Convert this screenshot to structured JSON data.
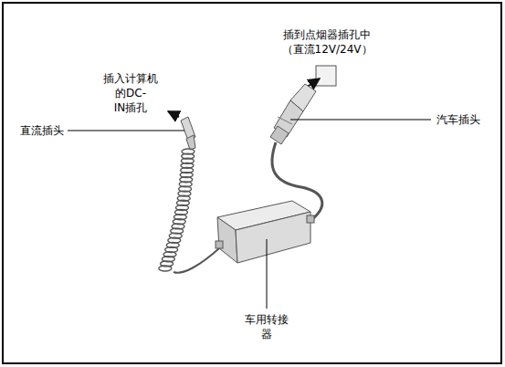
{
  "diagram": {
    "labels": [
      "插到点烟器插孔中 （直流12V/24V）",
      "插入计算机 的DC-IN插孔",
      "汽车插头",
      "直流插头",
      "车用转接器"
    ]
  }
}
